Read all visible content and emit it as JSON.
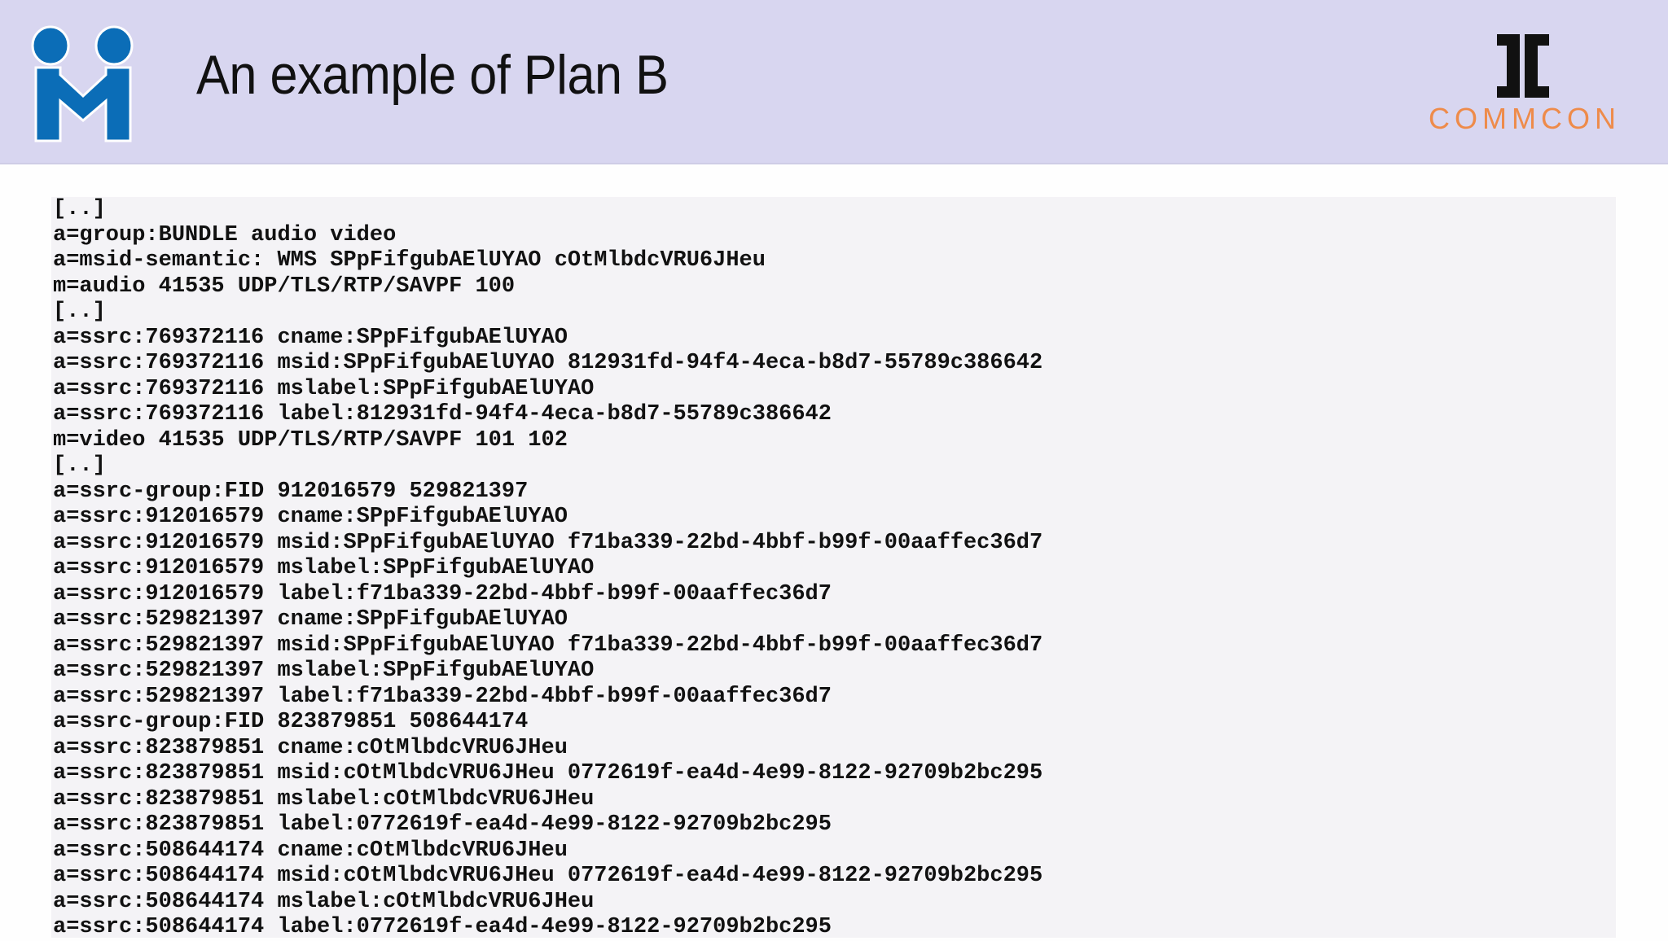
{
  "header": {
    "title": "An example of Plan B",
    "left_logo": {
      "icon": "meetecho-logo-icon",
      "color": "#0b6db7"
    },
    "right_logo": {
      "icon": "commcon-mark-icon",
      "text": "COMMCON",
      "text_color": "#ee8b4a"
    }
  },
  "code": {
    "lines": [
      "[..]",
      "a=group:BUNDLE audio video",
      "a=msid-semantic: WMS SPpFifgubAElUYAO cOtMlbdcVRU6JHeu",
      "m=audio 41535 UDP/TLS/RTP/SAVPF 100",
      "[..]",
      "a=ssrc:769372116 cname:SPpFifgubAElUYAO",
      "a=ssrc:769372116 msid:SPpFifgubAElUYAO 812931fd-94f4-4eca-b8d7-55789c386642",
      "a=ssrc:769372116 mslabel:SPpFifgubAElUYAO",
      "a=ssrc:769372116 label:812931fd-94f4-4eca-b8d7-55789c386642",
      "m=video 41535 UDP/TLS/RTP/SAVPF 101 102",
      "[..]",
      "a=ssrc-group:FID 912016579 529821397",
      "a=ssrc:912016579 cname:SPpFifgubAElUYAO",
      "a=ssrc:912016579 msid:SPpFifgubAElUYAO f71ba339-22bd-4bbf-b99f-00aaffec36d7",
      "a=ssrc:912016579 mslabel:SPpFifgubAElUYAO",
      "a=ssrc:912016579 label:f71ba339-22bd-4bbf-b99f-00aaffec36d7",
      "a=ssrc:529821397 cname:SPpFifgubAElUYAO",
      "a=ssrc:529821397 msid:SPpFifgubAElUYAO f71ba339-22bd-4bbf-b99f-00aaffec36d7",
      "a=ssrc:529821397 mslabel:SPpFifgubAElUYAO",
      "a=ssrc:529821397 label:f71ba339-22bd-4bbf-b99f-00aaffec36d7",
      "a=ssrc-group:FID 823879851 508644174",
      "a=ssrc:823879851 cname:cOtMlbdcVRU6JHeu",
      "a=ssrc:823879851 msid:cOtMlbdcVRU6JHeu 0772619f-ea4d-4e99-8122-92709b2bc295",
      "a=ssrc:823879851 mslabel:cOtMlbdcVRU6JHeu",
      "a=ssrc:823879851 label:0772619f-ea4d-4e99-8122-92709b2bc295",
      "a=ssrc:508644174 cname:cOtMlbdcVRU6JHeu",
      "a=ssrc:508644174 msid:cOtMlbdcVRU6JHeu 0772619f-ea4d-4e99-8122-92709b2bc295",
      "a=ssrc:508644174 mslabel:cOtMlbdcVRU6JHeu",
      "a=ssrc:508644174 label:0772619f-ea4d-4e99-8122-92709b2bc295"
    ]
  }
}
